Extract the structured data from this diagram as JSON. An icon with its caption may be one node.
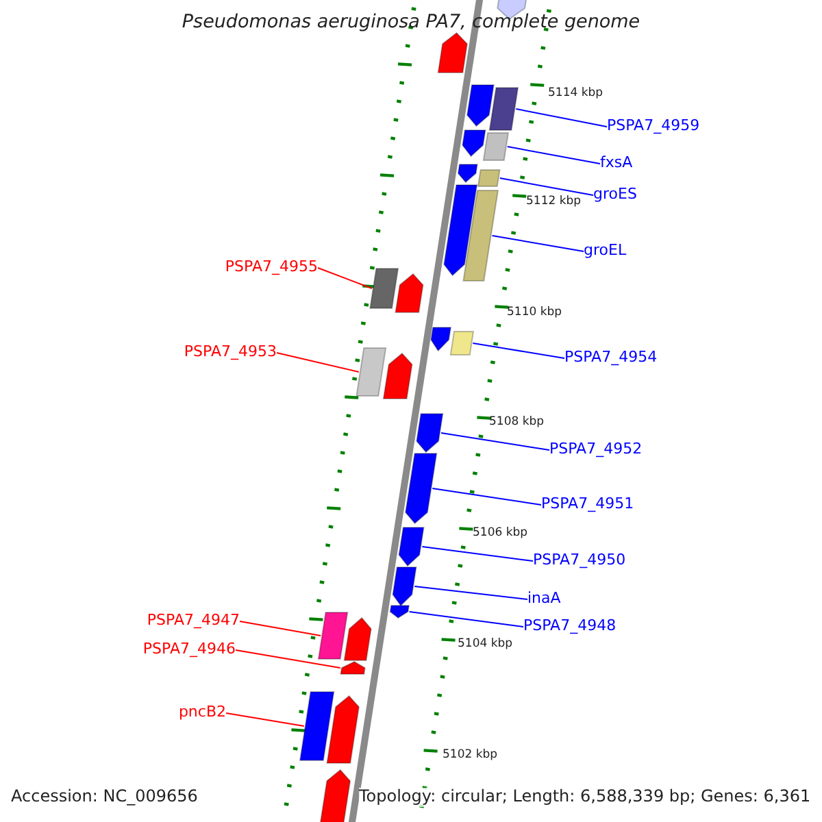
{
  "diagram": {
    "title": "Pseudomonas aeruginosa PA7, complete genome",
    "nodes": [
      {
        "text": [
          "PSPA7_4959"
        ]
      },
      {
        "text": [],
        "shape": "box"
      },
      {
        "text": [
          "fxsA"
        ]
      },
      {
        "text": [],
        "shape": "box"
      },
      {
        "text": [
          "groES"
        ]
      },
      {
        "text": [],
        "shape": "box"
      },
      {
        "text": [
          "groEL"
        ]
      },
      {
        "text": [],
        "shape": "box"
      },
      {
        "text": [
          "PSPA7_4955"
        ]
      },
      {
        "text": [],
        "shape": "box"
      },
      {
        "text": [
          "PSPA7_4953"
        ]
      },
      {
        "text": [],
        "shape": "box"
      },
      {
        "text": [
          "PSPA7_4954"
        ]
      },
      {
        "text": [],
        "shape": "box"
      },
      {
        "text": [
          "PSPA7_4952"
        ]
      },
      {
        "text": [],
        "shape": "arrow"
      },
      {
        "text": [
          "PSPA7_4951"
        ]
      },
      {
        "text": [],
        "shape": "arrow"
      },
      {
        "text": [
          "PSPA7_4950"
        ]
      },
      {
        "text": [],
        "shape": "arrow"
      },
      {
        "text": [
          "inaA"
        ]
      },
      {
        "text": [],
        "shape": "arrow"
      },
      {
        "text": [
          "PSPA7_4948"
        ]
      },
      {
        "text": [],
        "shape": "arrow"
      },
      {
        "text": [
          "PSPA7_4947"
        ]
      },
      {
        "text": [],
        "shape": "box"
      },
      {
        "text": [
          "PSPA7_4946"
        ]
      },
      {
        "text": [],
        "shape": "arrow"
      },
      {
        "text": [
          "pncB2"
        ]
      },
      {
        "text": [],
        "shape": "box"
      },
      {
        "text": [],
        "shape": "arrow"
      },
      {
        "text": [],
        "shape": "arrow"
      },
      {
        "text": [],
        "shape": "arrow"
      },
      {
        "text": [],
        "shape": "arrow"
      },
      {
        "text": [],
        "shape": "arrow"
      },
      {
        "text": [],
        "shape": "arrow"
      },
      {
        "text": [],
        "shape": "arrow"
      },
      {
        "text": [],
        "shape": "arrow"
      },
      {
        "text": [],
        "shape": "arrow"
      },
      {
        "text": [],
        "shape": "arrow"
      },
      {
        "text": [],
        "shape": "arrow"
      },
      {
        "text": [],
        "shape": "arrow"
      }
    ],
    "edges": [
      {
        "from": 0,
        "to": 1,
        "arrow": "none"
      },
      {
        "from": 2,
        "to": 3,
        "arrow": "none"
      },
      {
        "from": 4,
        "to": 5,
        "arrow": "none"
      },
      {
        "from": 6,
        "to": 7,
        "arrow": "none"
      },
      {
        "from": 8,
        "to": 9,
        "arrow": "none",
        "color": "#ff0000"
      },
      {
        "from": 10,
        "to": 11,
        "arrow": "none",
        "color": "#ff0000"
      },
      {
        "from": 12,
        "to": 13,
        "arrow": "none"
      },
      {
        "from": 14,
        "to": 15,
        "arrow": "none"
      },
      {
        "from": 16,
        "to": 17,
        "arrow": "none"
      },
      {
        "from": 18,
        "to": 19,
        "arrow": "none"
      },
      {
        "from": 20,
        "to": 21,
        "arrow": "none"
      },
      {
        "from": 22,
        "to": 23,
        "arrow": "none"
      },
      {
        "from": 24,
        "to": 25,
        "arrow": "none",
        "color": "#ff0000"
      },
      {
        "from": 26,
        "to": 27,
        "arrow": "none",
        "color": "#ff0000"
      },
      {
        "from": 28,
        "to": 29,
        "arrow": "none",
        "color": "#ff0000"
      }
    ],
    "labels": [
      "5114 kbp",
      "5112 kbp",
      "5110 kbp",
      "5108 kbp",
      "5106 kbp",
      "5104 kbp",
      "5102 kbp",
      "Accession: NC_009656",
      "Topology: circular; Length: 6,588,339 bp; Genes: 6,361"
    ]
  }
}
